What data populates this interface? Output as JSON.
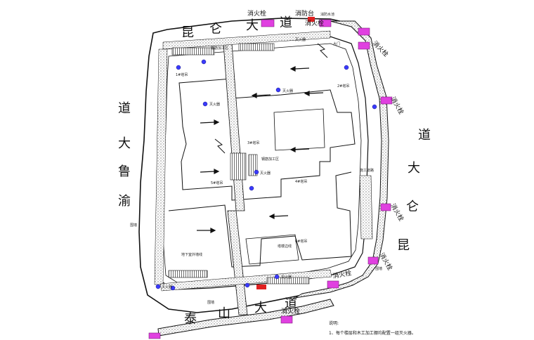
{
  "roads": {
    "north": [
      "昆",
      "仑",
      "大",
      "道"
    ],
    "west": [
      "渝",
      "鲁",
      "大",
      "道"
    ],
    "east": [
      "大",
      "仑",
      "昆"
    ],
    "south": [
      "泰",
      "山",
      "大",
      "道"
    ]
  },
  "labels": {
    "hydrant": "消火栓",
    "fire_station": "消防台",
    "extinguisher": "灭火器",
    "tower_crane_1": "1#塔吊",
    "tower_crane_2": "2#塔吊",
    "tower_crane_3": "3#塔吊",
    "tower_crane_4": "4#塔吊",
    "tower_crane_5": "5#塔吊",
    "tower_crane_6": "6#塔吊",
    "steel_yard": "钢筋加工区",
    "north_steel_yard": "钢筋加工区",
    "wall": "围墙",
    "gate": "大门",
    "site_road": "施工道路",
    "basement_edge": "地下室外墙线",
    "tower_edge": "塔楼边线",
    "water_pool": "消防水池",
    "notes_title": "说明:",
    "note_1": "1、每个楼层和木工加工棚均配置一组灭火器。"
  },
  "colors": {
    "hydrant": "#e040e0",
    "extinguisher": "#3a3aff",
    "red_box": "#e02020",
    "line": "#111111"
  }
}
